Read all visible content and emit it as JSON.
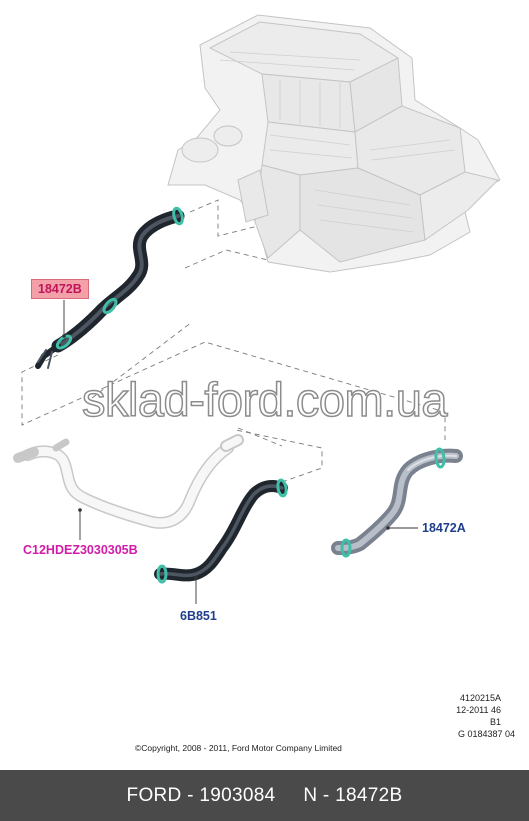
{
  "callouts": {
    "hose_upper": "18472B",
    "hose_right": "18472A",
    "heater_pipe": "C12HDEZ3030305B",
    "hose_lower": "6B851"
  },
  "watermark": "sklad-ford.com.ua",
  "reference": [
    "4120215A",
    "12-2011 46",
    "B1",
    "G 0184387 04"
  ],
  "copyright": "©Copyright, 2008 - 2011, Ford Motor Company Limited",
  "footer": "FORD - 1903084     N - 18472B",
  "colors": {
    "highlight_bg": "#f4a0a9",
    "highlight_text": "#c0155d",
    "callout_blue": "#1f3f8c",
    "callout_magenta": "#d21ba8",
    "clamp_teal": "#3fbfa8",
    "footer_bg": "#4a4a4a"
  }
}
